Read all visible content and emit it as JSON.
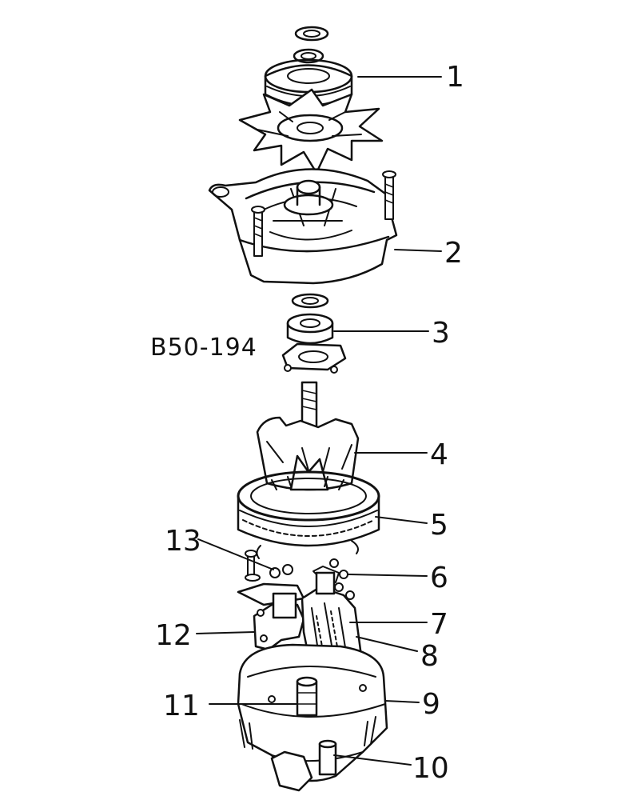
{
  "figure_code": "B50-194",
  "callouts": [
    {
      "id": 1,
      "label": "1"
    },
    {
      "id": 2,
      "label": "2"
    },
    {
      "id": 3,
      "label": "3"
    },
    {
      "id": 4,
      "label": "4"
    },
    {
      "id": 5,
      "label": "5"
    },
    {
      "id": 6,
      "label": "6"
    },
    {
      "id": 7,
      "label": "7"
    },
    {
      "id": 8,
      "label": "8"
    },
    {
      "id": 9,
      "label": "9"
    },
    {
      "id": 10,
      "label": "10"
    },
    {
      "id": 11,
      "label": "11"
    },
    {
      "id": 12,
      "label": "12"
    },
    {
      "id": 13,
      "label": "13"
    }
  ]
}
